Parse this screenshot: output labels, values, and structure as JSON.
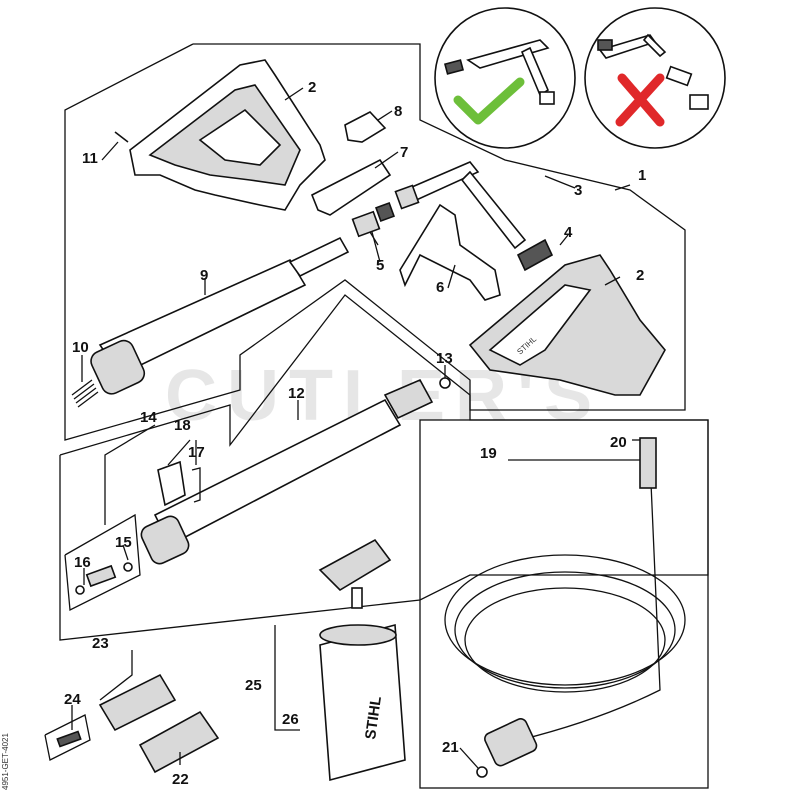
{
  "watermark": "CUTLER'S",
  "side_code": "4951-GET-4021",
  "callouts": [
    "1",
    "2",
    "3",
    "4",
    "5",
    "6",
    "7",
    "8",
    "9",
    "10",
    "11",
    "12",
    "13",
    "14",
    "15",
    "16",
    "17",
    "18",
    "19",
    "20",
    "21",
    "22",
    "23",
    "24",
    "25",
    "26"
  ],
  "bottle_brand": "STIHL",
  "handle_brand": "STIHL",
  "correct_mark": "correct-check",
  "incorrect_mark": "incorrect-cross",
  "colors": {
    "check": "#6dbf3a",
    "cross": "#e0282a",
    "watermark": "#e6e6e6"
  }
}
